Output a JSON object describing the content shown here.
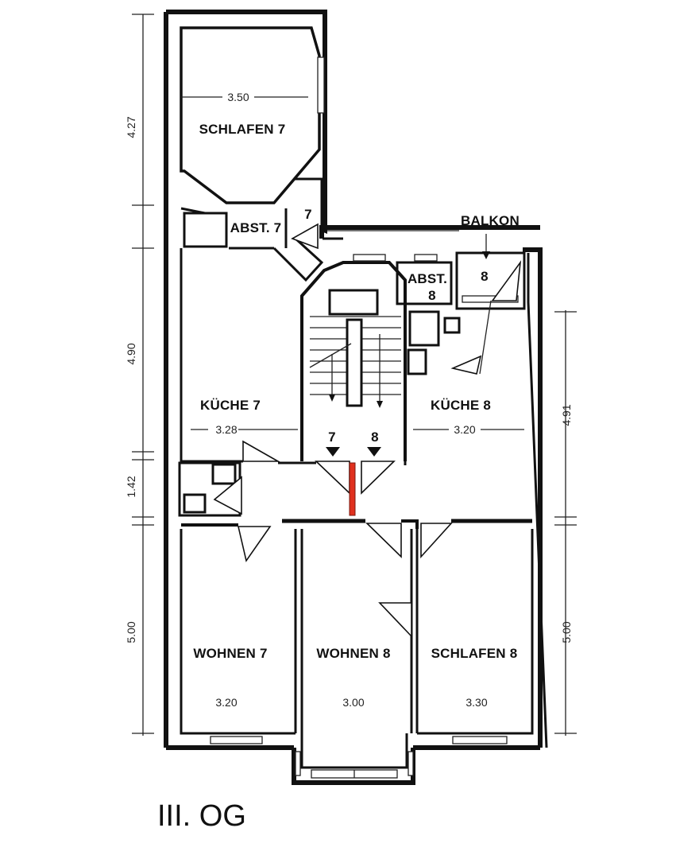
{
  "floor": {
    "title": "III. OG"
  },
  "rooms": {
    "schlafen7": {
      "name": "SCHLAFEN 7",
      "width": "3.50"
    },
    "abst7": {
      "name": "ABST. 7"
    },
    "unit7_tag": {
      "name": "7"
    },
    "balkon": {
      "name": "BALKON"
    },
    "abst8": {
      "name": "ABST.",
      "num": "8"
    },
    "balkon_unit": {
      "name": "8"
    },
    "kueche7": {
      "name": "KÜCHE 7",
      "width": "3.28"
    },
    "kueche8": {
      "name": "KÜCHE 8",
      "width": "3.20"
    },
    "stair_left": {
      "name": "7"
    },
    "stair_right": {
      "name": "8"
    },
    "wohnen7": {
      "name": "WOHNEN 7",
      "width": "3.20"
    },
    "wohnen8": {
      "name": "WOHNEN 8",
      "width": "3.00"
    },
    "schlafen8": {
      "name": "SCHLAFEN 8",
      "width": "3.30"
    }
  },
  "dimensions": {
    "left": [
      "4.27",
      "4.90",
      "1.42",
      "5.00"
    ],
    "right": [
      "4.91",
      "5.00"
    ]
  }
}
